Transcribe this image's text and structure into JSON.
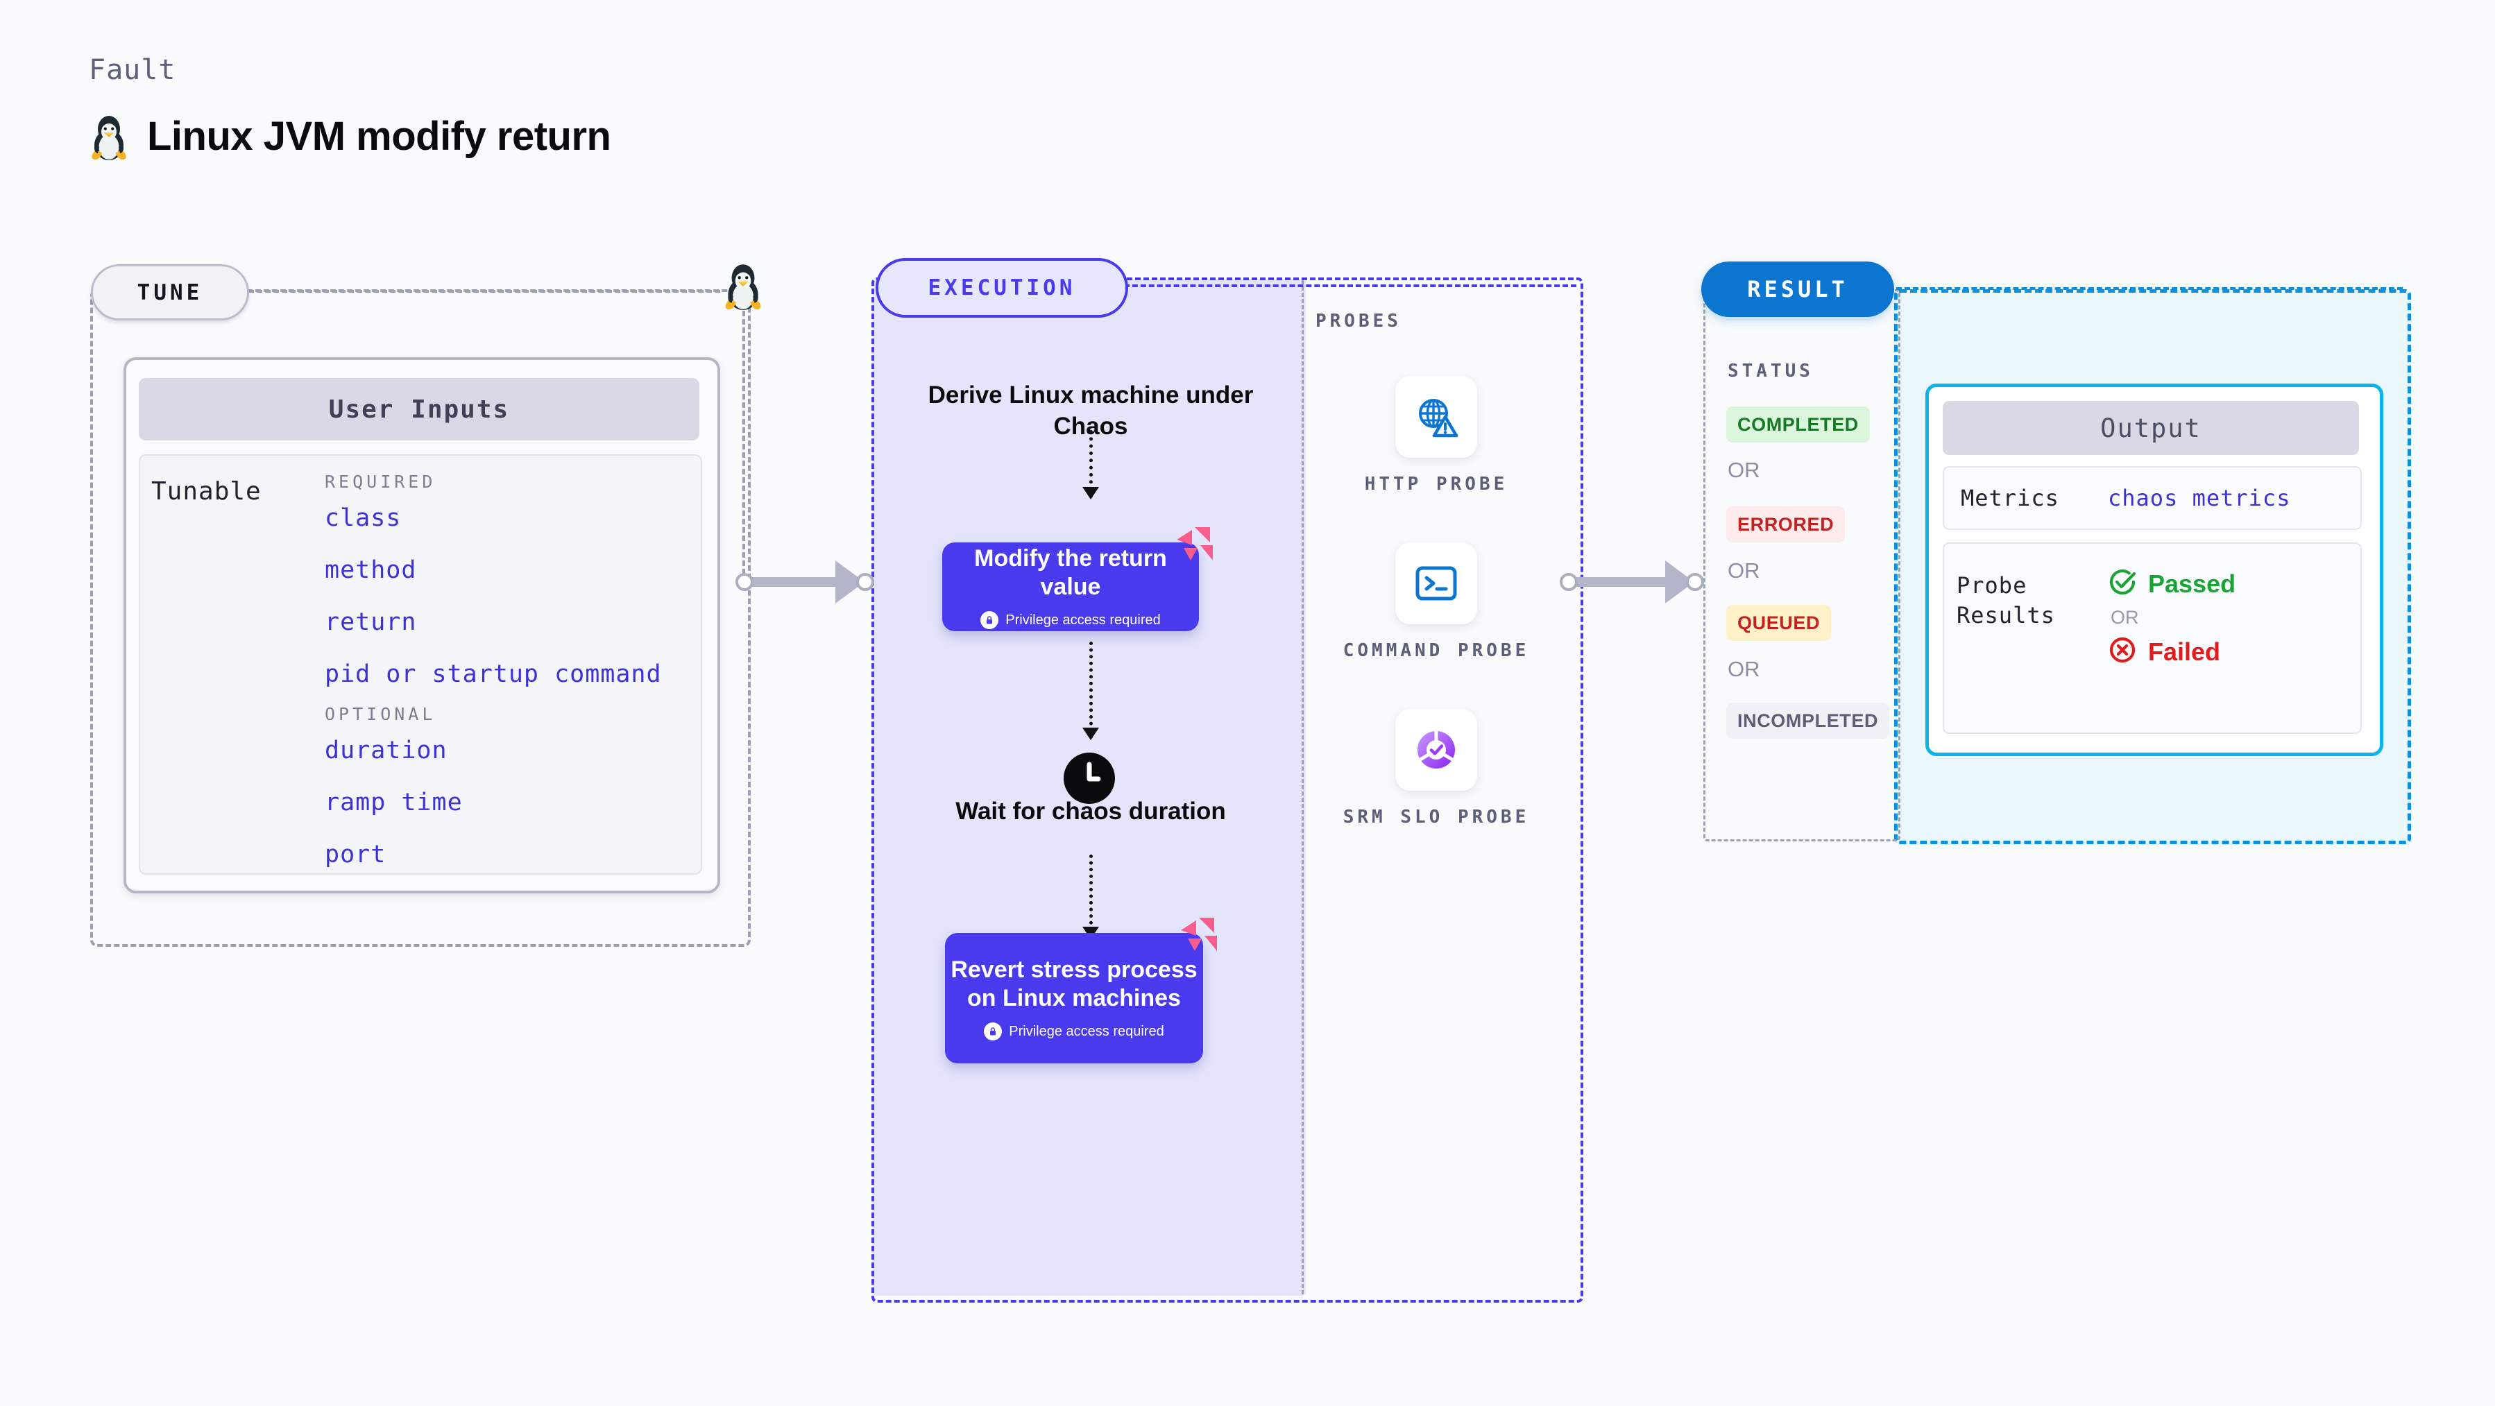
{
  "header": {
    "eyebrow": "Fault",
    "title": "Linux JVM modify return",
    "os_icon": "linux-penguin-icon"
  },
  "tune": {
    "badge": "TUNE",
    "card_header": "User Inputs",
    "tunable_label": "Tunable",
    "groups": [
      {
        "title": "REQUIRED",
        "items": [
          "class",
          "method",
          "return",
          "pid or startup command"
        ]
      },
      {
        "title": "OPTIONAL",
        "items": [
          "duration",
          "ramp time",
          "port"
        ]
      }
    ]
  },
  "execution": {
    "badge": "EXECUTION",
    "step1": "Derive Linux machine under Chaos",
    "action1": {
      "title": "Modify the return value",
      "privilege_note": "Privilege access required",
      "lock_icon": "lock-icon",
      "corner_logo": "harness-logo-icon"
    },
    "wait": {
      "icon": "clock-icon",
      "label": "Wait for chaos duration"
    },
    "action2": {
      "title": "Revert stress process on Linux machines",
      "privilege_note": "Privilege access required",
      "lock_icon": "lock-icon",
      "corner_logo": "harness-logo-icon"
    }
  },
  "probes": {
    "title": "PROBES",
    "items": [
      {
        "label": "HTTP PROBE",
        "icon": "globe-warning-icon"
      },
      {
        "label": "COMMAND PROBE",
        "icon": "terminal-prompt-icon"
      },
      {
        "label": "SRM SLO PROBE",
        "icon": "srm-slo-check-icon"
      }
    ]
  },
  "result": {
    "badge": "RESULT",
    "status_title": "STATUS",
    "or_label": "OR",
    "statuses": [
      {
        "label": "COMPLETED",
        "text_color": "#157a23",
        "bg_color": "#dcf5dd"
      },
      {
        "label": "ERRORED",
        "text_color": "#c72020",
        "bg_color": "#fdeaea"
      },
      {
        "label": "QUEUED",
        "text_color": "#c72020",
        "bg_color": "#fdf1c8"
      },
      {
        "label": "INCOMPLETED",
        "text_color": "#5b5f77",
        "bg_color": "#f0f1f6"
      }
    ],
    "output": {
      "header": "Output",
      "metrics_key": "Metrics",
      "metrics_value": "chaos metrics",
      "probe_results_key": "Probe Results",
      "passed_label": "Passed",
      "failed_label": "Failed",
      "or_label": "OR",
      "passed_icon": "check-circle-icon",
      "failed_icon": "x-circle-icon"
    }
  },
  "colors": {
    "page_bg": "#f8fafc",
    "accent_purple": "#4a3aed",
    "accent_blue": "#0b75d0",
    "accent_cyan": "#0ab4e8",
    "probe_blue": "#0b75d0",
    "harness_pink": "#f95d8c",
    "muted_gray": "#9aa0b4"
  }
}
